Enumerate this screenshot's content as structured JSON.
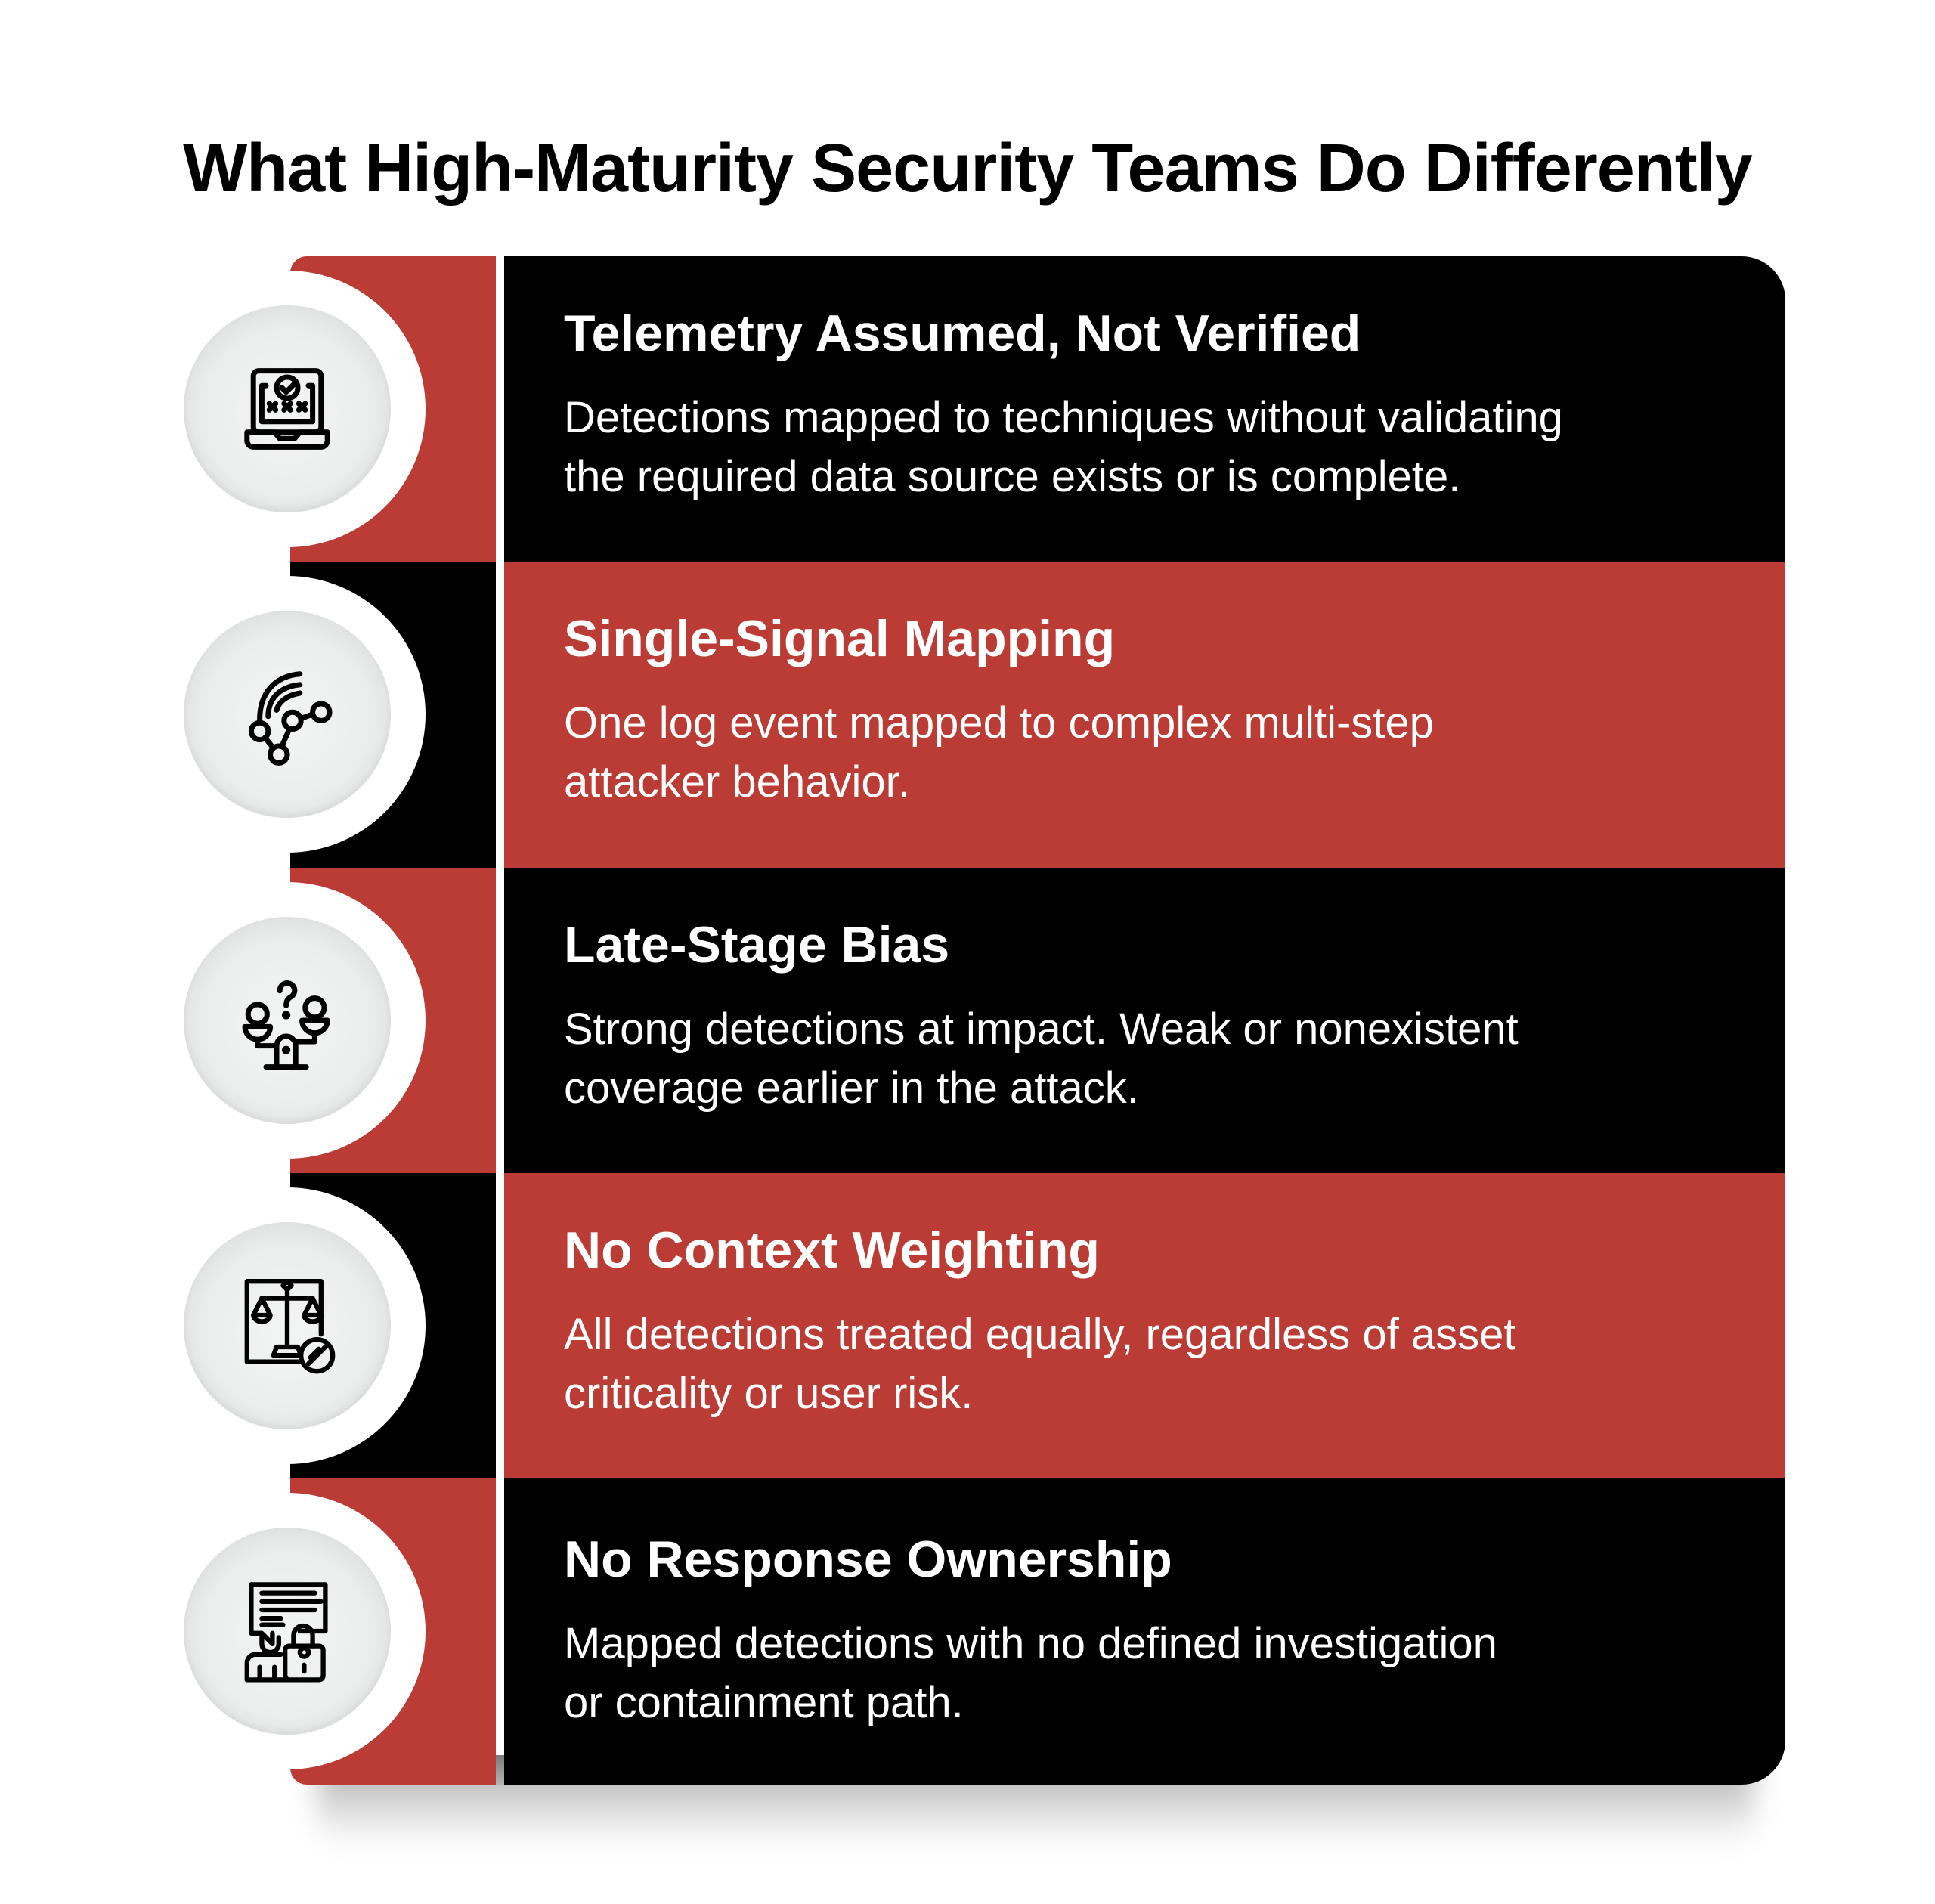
{
  "header": {
    "title": "What High-Maturity Security Teams Do Differently"
  },
  "colors": {
    "red": "#BB3B35",
    "black": "#000000",
    "bubble": "#EDEEEE",
    "text": "#FFFFFF"
  },
  "items": [
    {
      "title": "Telemetry Assumed, Not Verified",
      "body_line1": "Detections mapped to techniques without validating",
      "body_line2": "the required data source exists or is complete.",
      "icon": "laptop-verification-icon",
      "panel_color": "black",
      "strip_color": "red"
    },
    {
      "title": "Single-Signal Mapping",
      "body_line1": "One log event mapped to complex multi-step",
      "body_line2": "attacker behavior.",
      "icon": "signal-network-nodes-icon",
      "panel_color": "red",
      "strip_color": "black"
    },
    {
      "title": "Late-Stage Bias",
      "body_line1": "Strong detections at impact. Weak or nonexistent",
      "body_line2": "coverage earlier in the attack.",
      "icon": "balance-question-icon",
      "panel_color": "black",
      "strip_color": "red"
    },
    {
      "title": "No Context Weighting",
      "body_line1": "All detections treated equally, regardless of asset",
      "body_line2": "criticality or user risk.",
      "icon": "scale-document-prohibited-icon",
      "panel_color": "red",
      "strip_color": "black"
    },
    {
      "title": "No Response Ownership",
      "body_line1": "Mapped detections with no defined investigation",
      "body_line2": "or containment path.",
      "icon": "person-message-lock-icon",
      "panel_color": "black",
      "strip_color": "red"
    }
  ]
}
